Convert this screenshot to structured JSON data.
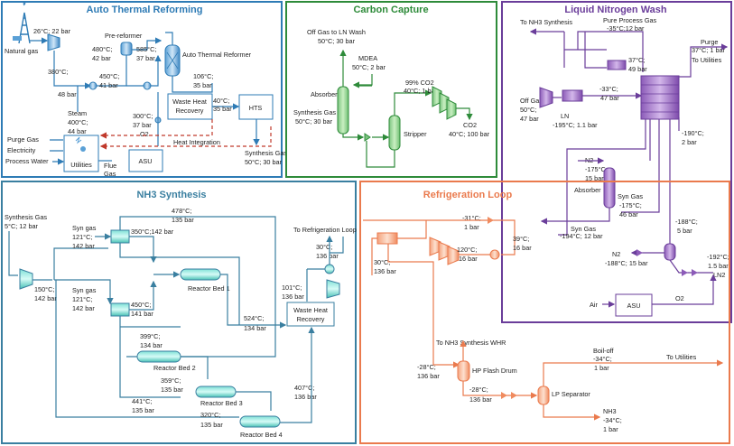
{
  "colors": {
    "atr": "#2e7bb5",
    "cc": "#2e8b3a",
    "lnw": "#6a3d9a",
    "nh3": "#3a7fa0",
    "refr": "#ea7a4d",
    "red": "#c0392b",
    "ink": "#222222"
  },
  "sections": {
    "atr": {
      "title": "Auto Thermal Reforming",
      "natural_gas": "Natural gas",
      "ng_cond": "26°C; 22 bar",
      "t380": "380°C;",
      "p48": "48 bar",
      "prereformer": "Pre-reformer",
      "t480": "480°C;",
      "p42": "42 bar",
      "t450": "450°C;",
      "p41": "41 bar",
      "t585": "585°C;",
      "p37": "37 bar",
      "atr_label": "Auto Thermal Reformer",
      "t106": "106°C;",
      "p35": "35 bar",
      "steam1": "Steam",
      "steam2": "400°C;",
      "steam3": "44 bar",
      "t300": "300°C;",
      "p37b": "37 bar",
      "o2": "O2",
      "whr1": "Waste Heat",
      "whr2": "Recovery",
      "t40": "40°C;",
      "p35b": "35 bar",
      "hts": "HTS",
      "purge_gas": "Purge Gas",
      "electricity": "Electricity",
      "process_water": "Process Water",
      "utilities": "Utilities",
      "flue1": "Flue",
      "flue2": "Gas",
      "asu": "ASU",
      "heat_integration": "Heat Integration",
      "sg1": "Synthesis Gas",
      "sg2": "50°C; 30 bar"
    },
    "cc": {
      "title": "Carbon Capture",
      "offgas1": "Off Gas to LN Wash",
      "offgas2": "50°C; 30 bar",
      "mdea1": "MDEA",
      "mdea2": "50°C; 2 bar",
      "absorber": "Absorber",
      "sg1": "Synthesis Gas",
      "sg2": "50°C; 30 bar",
      "co2a": "99% CO2",
      "co2b": "40°C; 1 bar",
      "stripper": "Stripper",
      "co2c": "CO2",
      "co2d": "40°C; 100 bar"
    },
    "lnw": {
      "title": "Liquid Nitrogen Wash",
      "to_nh3": "To NH3 Synthesis",
      "pure1": "Pure Process Gas",
      "pure2": "-35°C;12 bar",
      "t37": "37°C;",
      "p49": "49 bar",
      "purge1": "Purge",
      "purge2": "37°C; 1 bar",
      "purge3": "To Utilities",
      "offgas": "Off Gas",
      "t50": "50°C;",
      "p47": "47 bar",
      "ln": "LN",
      "ln_cond": "-195°C; 1.1 bar",
      "tm33": "-33°C;",
      "p47b": "47 bar",
      "tm190": "-190°C;",
      "p2": "2 bar",
      "n2a": "N2",
      "n2b": "-175°C;",
      "n2c": "15 bar",
      "absorber": "Absorber",
      "syn1": "Syn Gas",
      "syn2": "-175°C;",
      "syn3": "46 bar",
      "tm188": "-188°C;",
      "p5": "5 bar",
      "syn4": "Syn Gas",
      "syn5": "-194°C; 12 bar",
      "n2d": "N2",
      "n2e": "-188°C; 15 bar",
      "tm192": "-192°C;",
      "p15": "1.5 bar",
      "ln2": "LN2",
      "air": "Air",
      "asu": "ASU",
      "o2": "O2"
    },
    "nh3": {
      "title": "NH3 Synthesis",
      "sg1": "Synthesis Gas",
      "sg2": "5°C; 12 bar",
      "t150": "150°C;",
      "p142": "142 bar",
      "syn_a1": "Syn gas",
      "syn_a2": "121°C;",
      "syn_a3": "142 bar",
      "t478": "478°C;",
      "p135": "135 bar",
      "t350": "350°C;142 bar",
      "refr": "To Refrigeration Loop",
      "t30": "30°C;",
      "p136": "136 bar",
      "rb1": "Reactor Bed 1",
      "t101": "101°C;",
      "p136b": "136 bar",
      "whr1": "Waste Heat",
      "whr2": "Recovery",
      "syn_b1": "Syn gas",
      "syn_b2": "121°C;",
      "syn_b3": "142 bar",
      "t450": "450°C;",
      "p141": "141 bar",
      "t524": "524°C;",
      "p134": "134 bar",
      "t399": "399°C;",
      "p134b": "134 bar",
      "rb2": "Reactor Bed 2",
      "t359": "359°C;",
      "p135b": "135 bar",
      "rb3": "Reactor Bed 3",
      "t441": "441°C;",
      "p135c": "135 bar",
      "t407": "407°C;",
      "p136c": "136 bar",
      "t320": "320°C;",
      "p135d": "135 bar",
      "rb4": "Reactor Bed 4"
    },
    "refr": {
      "title": "Refrigeration Loop",
      "tm31": "-31°C;",
      "p1": "1 bar",
      "t39": "39°C;",
      "p16": "16 bar",
      "t120": "120°C;",
      "p16b": "16 bar",
      "t30": "30°C;",
      "p136": "136 bar",
      "whr": "To NH3 Synthesis WHR",
      "tm28": "-28°C;",
      "p136b": "136 bar",
      "hp": "HP Flash Drum",
      "boil1": "Boil-off",
      "boil2": "-34°C;",
      "boil3": "1 bar",
      "to_util": "To Utilities",
      "tm28b": "-28°C;",
      "p136c": "136 bar",
      "lp": "LP Separator",
      "nh3a": "NH3",
      "nh3b": "-34°C;",
      "nh3c": "1 bar"
    }
  }
}
